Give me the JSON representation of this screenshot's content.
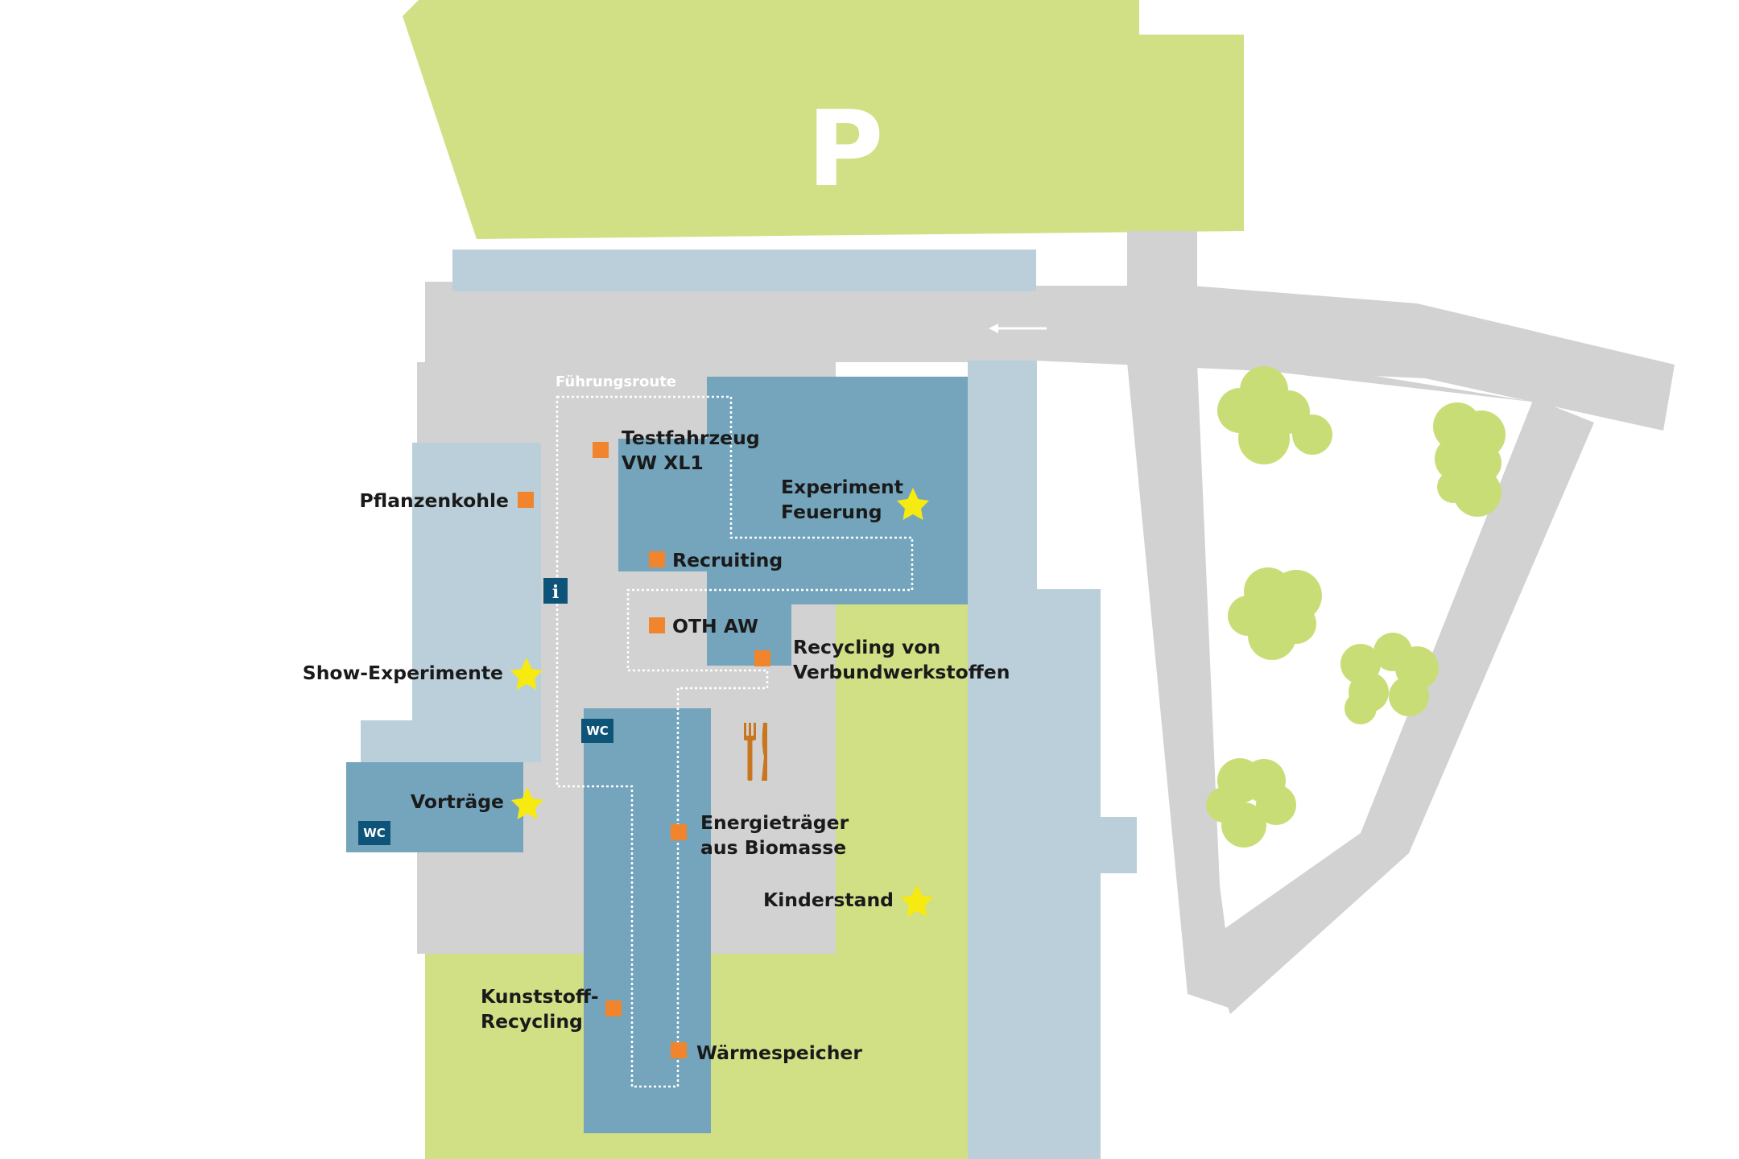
{
  "colors": {
    "green": "#d1df85",
    "road": "#d2d2d2",
    "building_light": "#bacfd9",
    "building_dark": "#74a5bc",
    "badge": "#0e5479",
    "station": "#f0852d",
    "star": "#f6ea10",
    "tree": "#c9dd77",
    "cutlery": "#c8761f",
    "route": "#ffffff"
  },
  "parking": {
    "symbol": "P"
  },
  "route": {
    "label": "Führungsroute"
  },
  "facilities": {
    "info": "i",
    "wc": "WC"
  },
  "stations": [
    {
      "id": "testfahrzeug",
      "lines": [
        "Testfahrzeug",
        "VW XL1"
      ],
      "marker": "square"
    },
    {
      "id": "pflanzenkohle",
      "lines": [
        "Pflanzenkohle"
      ],
      "marker": "square"
    },
    {
      "id": "experiment-feuerung",
      "lines": [
        "Experiment",
        "Feuerung"
      ],
      "marker": "star"
    },
    {
      "id": "recruiting",
      "lines": [
        "Recruiting"
      ],
      "marker": "square"
    },
    {
      "id": "oth-aw",
      "lines": [
        "OTH AW"
      ],
      "marker": "square"
    },
    {
      "id": "recycling-verbund",
      "lines": [
        "Recycling von",
        "Verbundwerkstoffen"
      ],
      "marker": "square"
    },
    {
      "id": "show-experimente",
      "lines": [
        "Show-Experimente"
      ],
      "marker": "star"
    },
    {
      "id": "vortraege",
      "lines": [
        "Vorträge"
      ],
      "marker": "star"
    },
    {
      "id": "energietraeger",
      "lines": [
        "Energieträger",
        "aus Biomasse"
      ],
      "marker": "square"
    },
    {
      "id": "kinderstand",
      "lines": [
        "Kinderstand"
      ],
      "marker": "star"
    },
    {
      "id": "kunststoff",
      "lines": [
        "Kunststoff-",
        "Recycling"
      ],
      "marker": "square"
    },
    {
      "id": "waermespeicher",
      "lines": [
        "Wärmespeicher"
      ],
      "marker": "square"
    }
  ]
}
